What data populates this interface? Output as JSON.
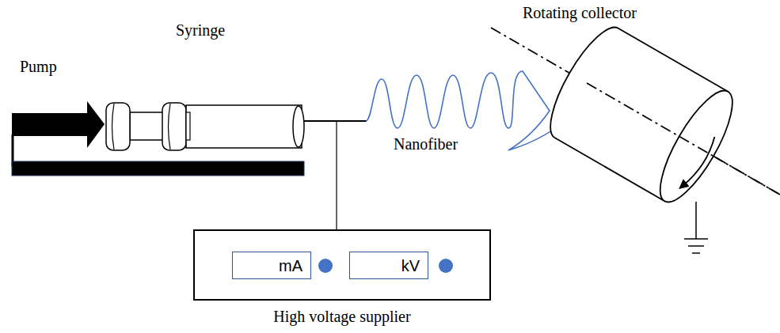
{
  "diagram": {
    "nodes": [
      {
        "text": [
          "High voltage supplier"
        ]
      },
      {
        "text": [
          "mA"
        ],
        "in": 0
      },
      {
        "text": [
          "kV"
        ],
        "in": 0
      }
    ],
    "labels": [
      "Pump",
      "Syringe",
      "Nanofiber",
      "Rotating collector"
    ]
  }
}
